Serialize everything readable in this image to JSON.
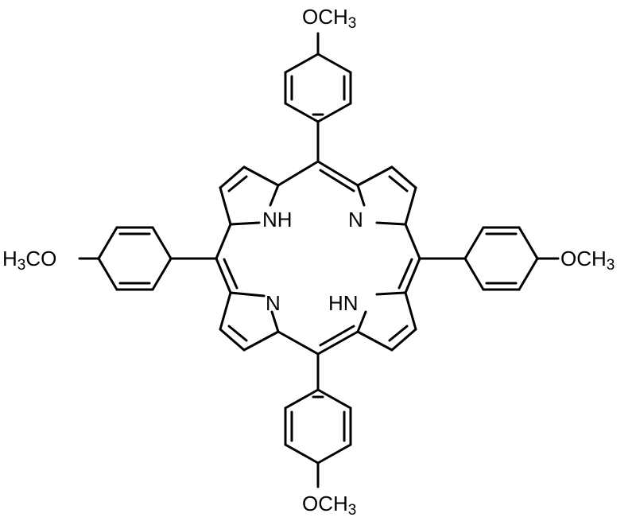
{
  "molecule": {
    "atoms": {
      "nh_a": "NH",
      "n_b": "N",
      "n_c": "N",
      "hn_d": "HN"
    },
    "substituents": {
      "top": {
        "main": "OCH",
        "sub": "3"
      },
      "bottom": {
        "main": "OCH",
        "sub": "3"
      },
      "right": {
        "main": "OCH",
        "sub": "3"
      },
      "left": {
        "pre": "H",
        "sub": "3",
        "main": "CO"
      }
    }
  },
  "colors": {
    "ink": "#000000",
    "background": "#ffffff"
  }
}
